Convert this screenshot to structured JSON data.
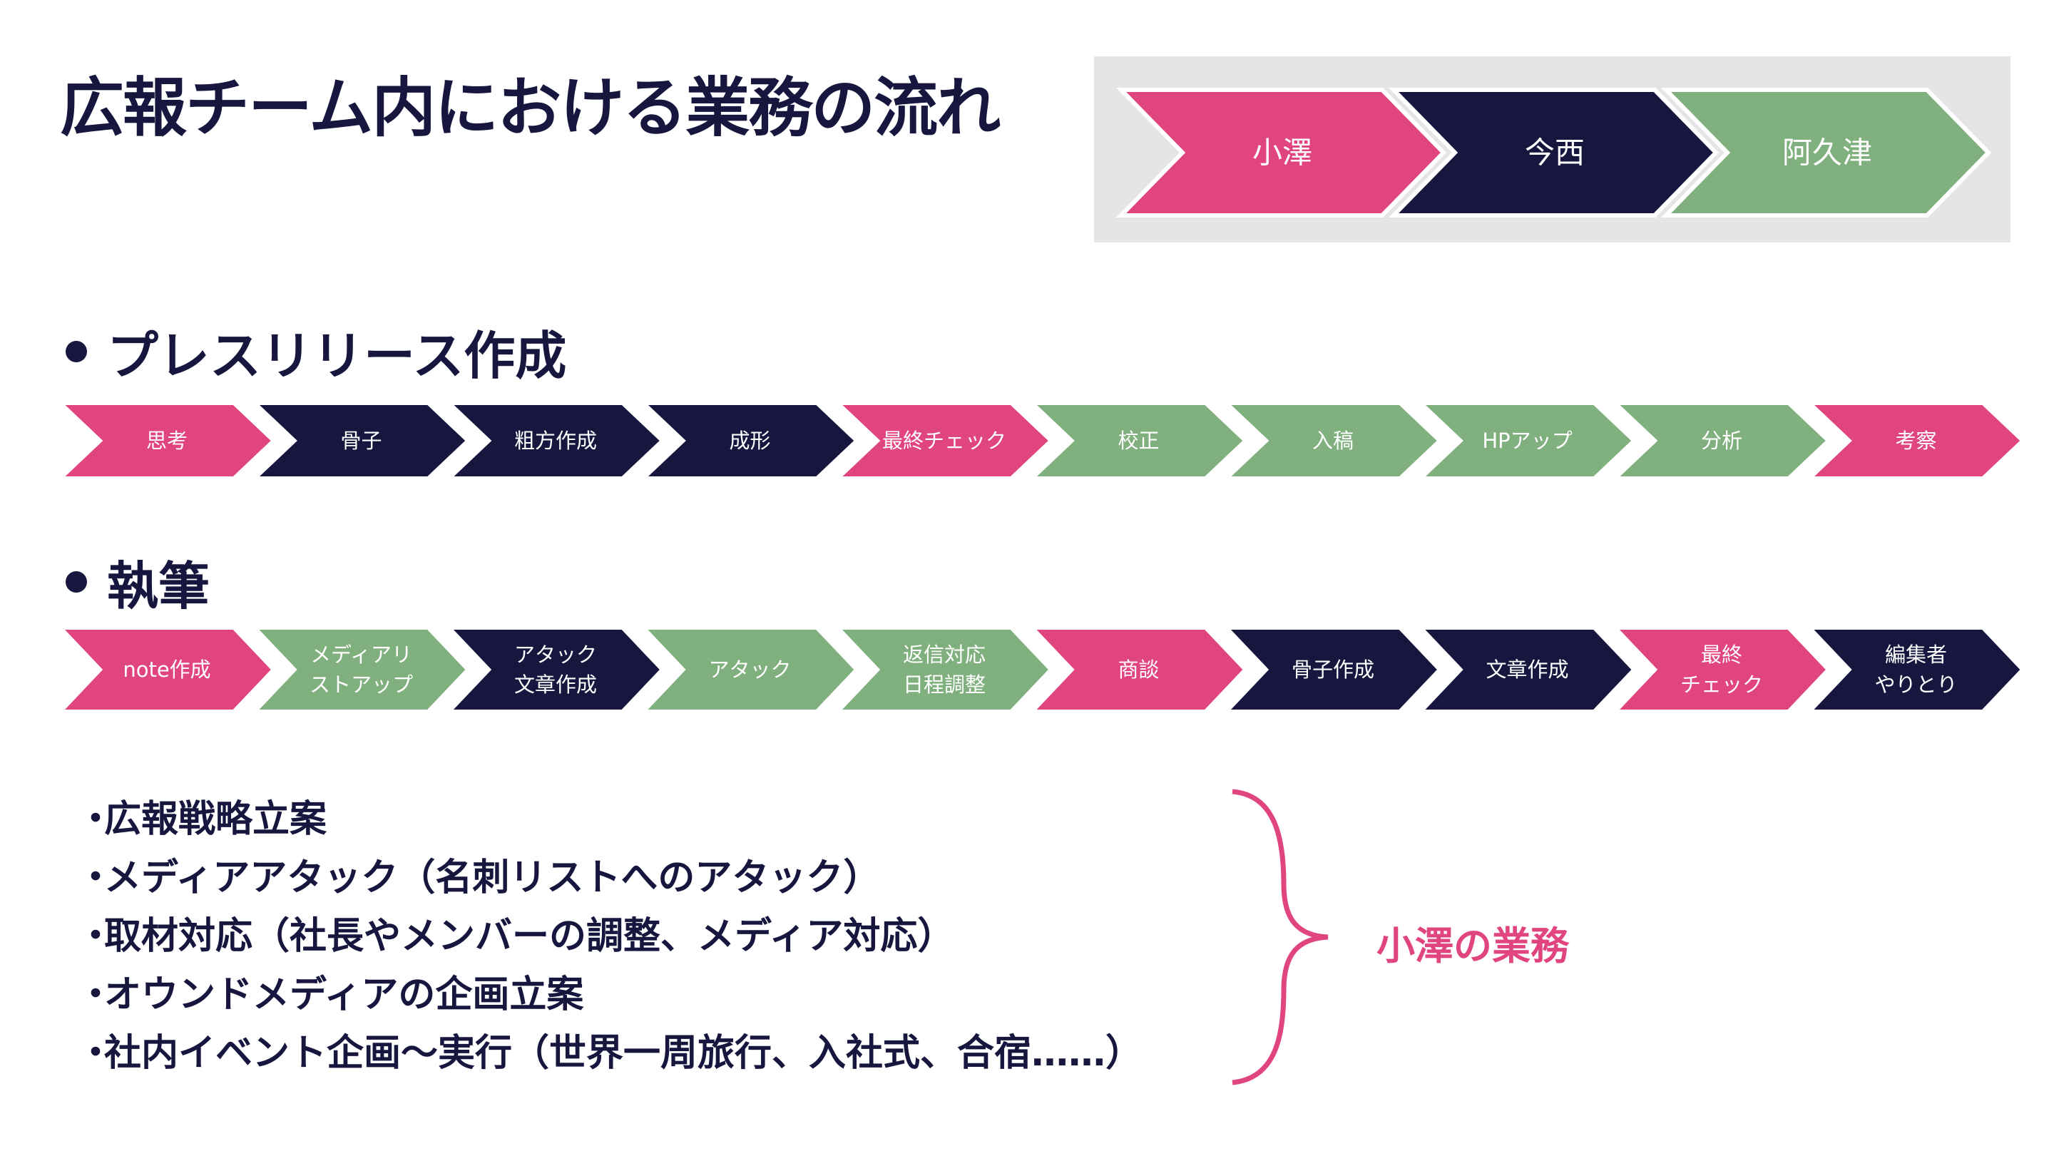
{
  "title": "広報チーム内における業務の流れ",
  "colors": {
    "pink": "#E0457F",
    "navy": "#16163F",
    "green": "#80B07E",
    "legend_bg": "#E5E5E7"
  },
  "legend": [
    {
      "label": "小澤",
      "color": "pink"
    },
    {
      "label": "今西",
      "color": "navy"
    },
    {
      "label": "阿久津",
      "color": "green"
    }
  ],
  "sections": [
    {
      "heading": "プレスリリース作成",
      "steps": [
        {
          "lines": [
            "思考"
          ],
          "color": "pink"
        },
        {
          "lines": [
            "骨子"
          ],
          "color": "navy"
        },
        {
          "lines": [
            "粗方作成"
          ],
          "color": "navy"
        },
        {
          "lines": [
            "成形"
          ],
          "color": "navy"
        },
        {
          "lines": [
            "最終チェック"
          ],
          "color": "pink"
        },
        {
          "lines": [
            "校正"
          ],
          "color": "green"
        },
        {
          "lines": [
            "入稿"
          ],
          "color": "green"
        },
        {
          "lines": [
            "HPアップ"
          ],
          "color": "green"
        },
        {
          "lines": [
            "分析"
          ],
          "color": "green"
        },
        {
          "lines": [
            "考察"
          ],
          "color": "pink"
        }
      ]
    },
    {
      "heading": "執筆",
      "steps": [
        {
          "lines": [
            "note作成"
          ],
          "color": "pink"
        },
        {
          "lines": [
            "メディアリ",
            "ストアップ"
          ],
          "color": "green"
        },
        {
          "lines": [
            "アタック",
            "文章作成"
          ],
          "color": "navy"
        },
        {
          "lines": [
            "アタック"
          ],
          "color": "green"
        },
        {
          "lines": [
            "返信対応",
            "日程調整"
          ],
          "color": "green"
        },
        {
          "lines": [
            "商談"
          ],
          "color": "pink"
        },
        {
          "lines": [
            "骨子作成"
          ],
          "color": "navy"
        },
        {
          "lines": [
            "文章作成"
          ],
          "color": "navy"
        },
        {
          "lines": [
            "最終",
            "チェック"
          ],
          "color": "pink"
        },
        {
          "lines": [
            "編集者",
            "やりとり"
          ],
          "color": "navy"
        }
      ]
    }
  ],
  "duties": [
    "広報戦略立案",
    "メディアアタック（名刺リストへのアタック）",
    "取材対応（社長やメンバーの調整、メディア対応）",
    "オウンドメディアの企画立案",
    "社内イベント企画〜実行（世界一周旅行、入社式、合宿……）"
  ],
  "bullet": "・",
  "duties_owner": "小澤の業務"
}
